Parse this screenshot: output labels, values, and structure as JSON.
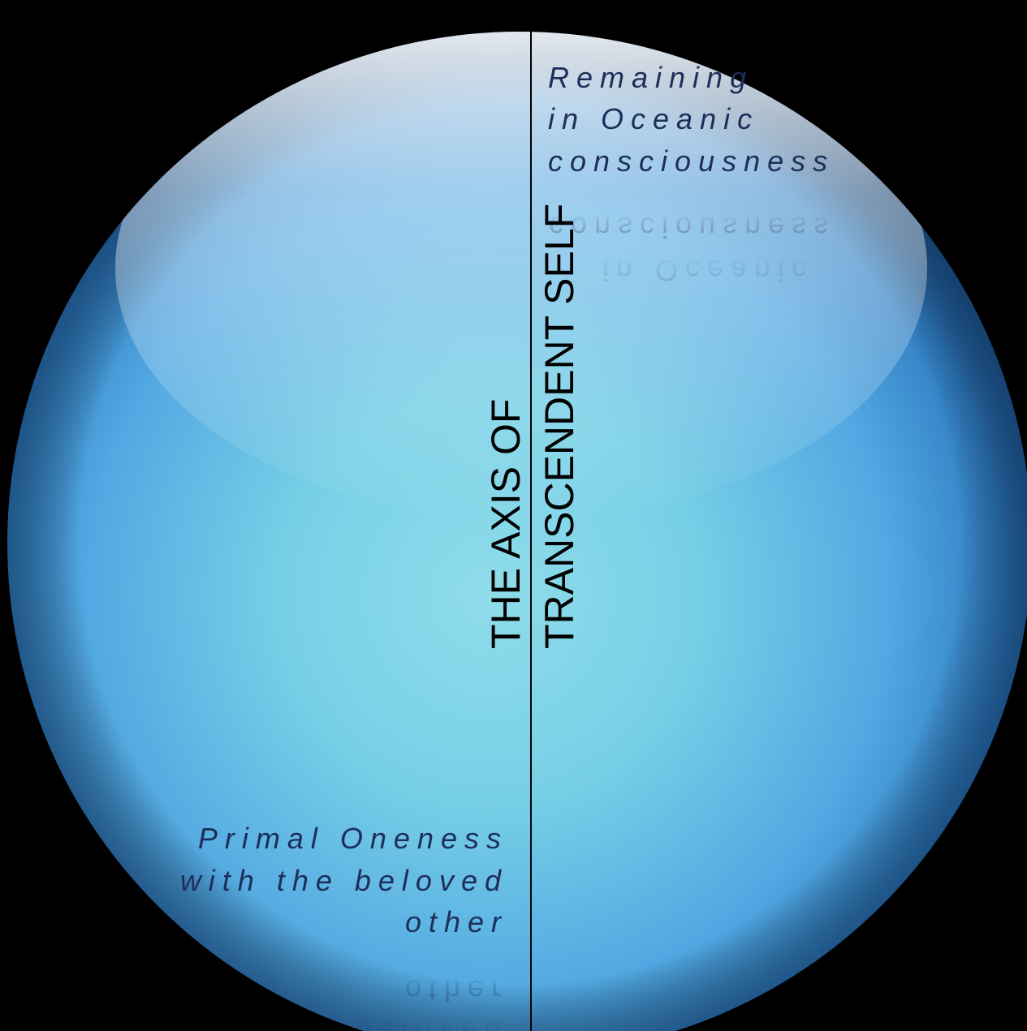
{
  "diagram": {
    "axis_title_line1": "THE AXIS OF",
    "axis_title_line2": "TRANSCENDENT SELF",
    "top_label": {
      "line1": "Remaining",
      "line2": "in Oceanic",
      "line3": "consciousness"
    },
    "bottom_label": {
      "line1": "Primal Oneness",
      "line2": "with the beloved",
      "line3": "other"
    }
  },
  "colors": {
    "background": "#000000",
    "sphere_edge": "#1f5f9e",
    "sphere_center": "#8ddbe8",
    "axis_line": "#000000",
    "label_text": "#1e2e5a"
  }
}
